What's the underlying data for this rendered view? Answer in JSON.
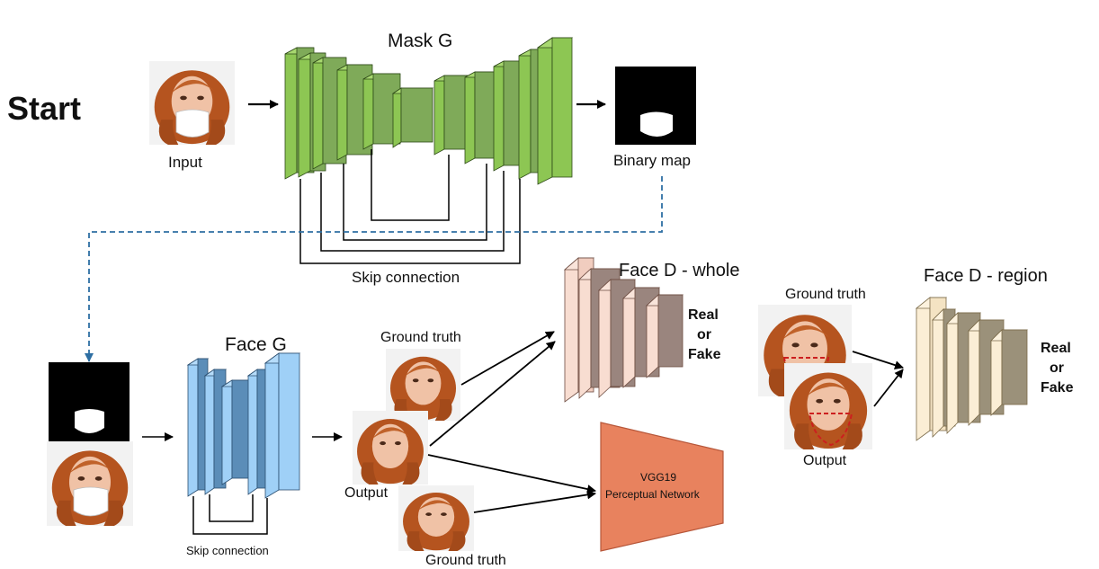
{
  "start": "Start",
  "mask_g": {
    "title": "Mask G",
    "input_label": "Input",
    "binary_map_label": "Binary map",
    "skip_label": "Skip connection"
  },
  "face_g": {
    "title": "Face G",
    "skip_label": "Skip connection",
    "output_label": "Output",
    "ground_truth_top": "Ground truth",
    "ground_truth_bottom": "Ground truth"
  },
  "face_d_whole": {
    "title": "Face D - whole",
    "verdict": [
      "Real",
      "or",
      "Fake"
    ]
  },
  "face_d_region": {
    "title": "Face D - region",
    "ground_truth_label": "Ground truth",
    "output_label": "Output",
    "verdict": [
      "Real",
      "or",
      "Fake"
    ]
  },
  "vgg": {
    "line1": "VGG19",
    "line2": "Perceptual Network"
  },
  "colors": {
    "mask_g": "#7faa59",
    "face_g": "#5b8db8",
    "face_d_whole": "#f1cdbf",
    "face_d_region": "#f4e3c3",
    "vgg": "#e8825e",
    "connector": "#2e6fa3"
  }
}
